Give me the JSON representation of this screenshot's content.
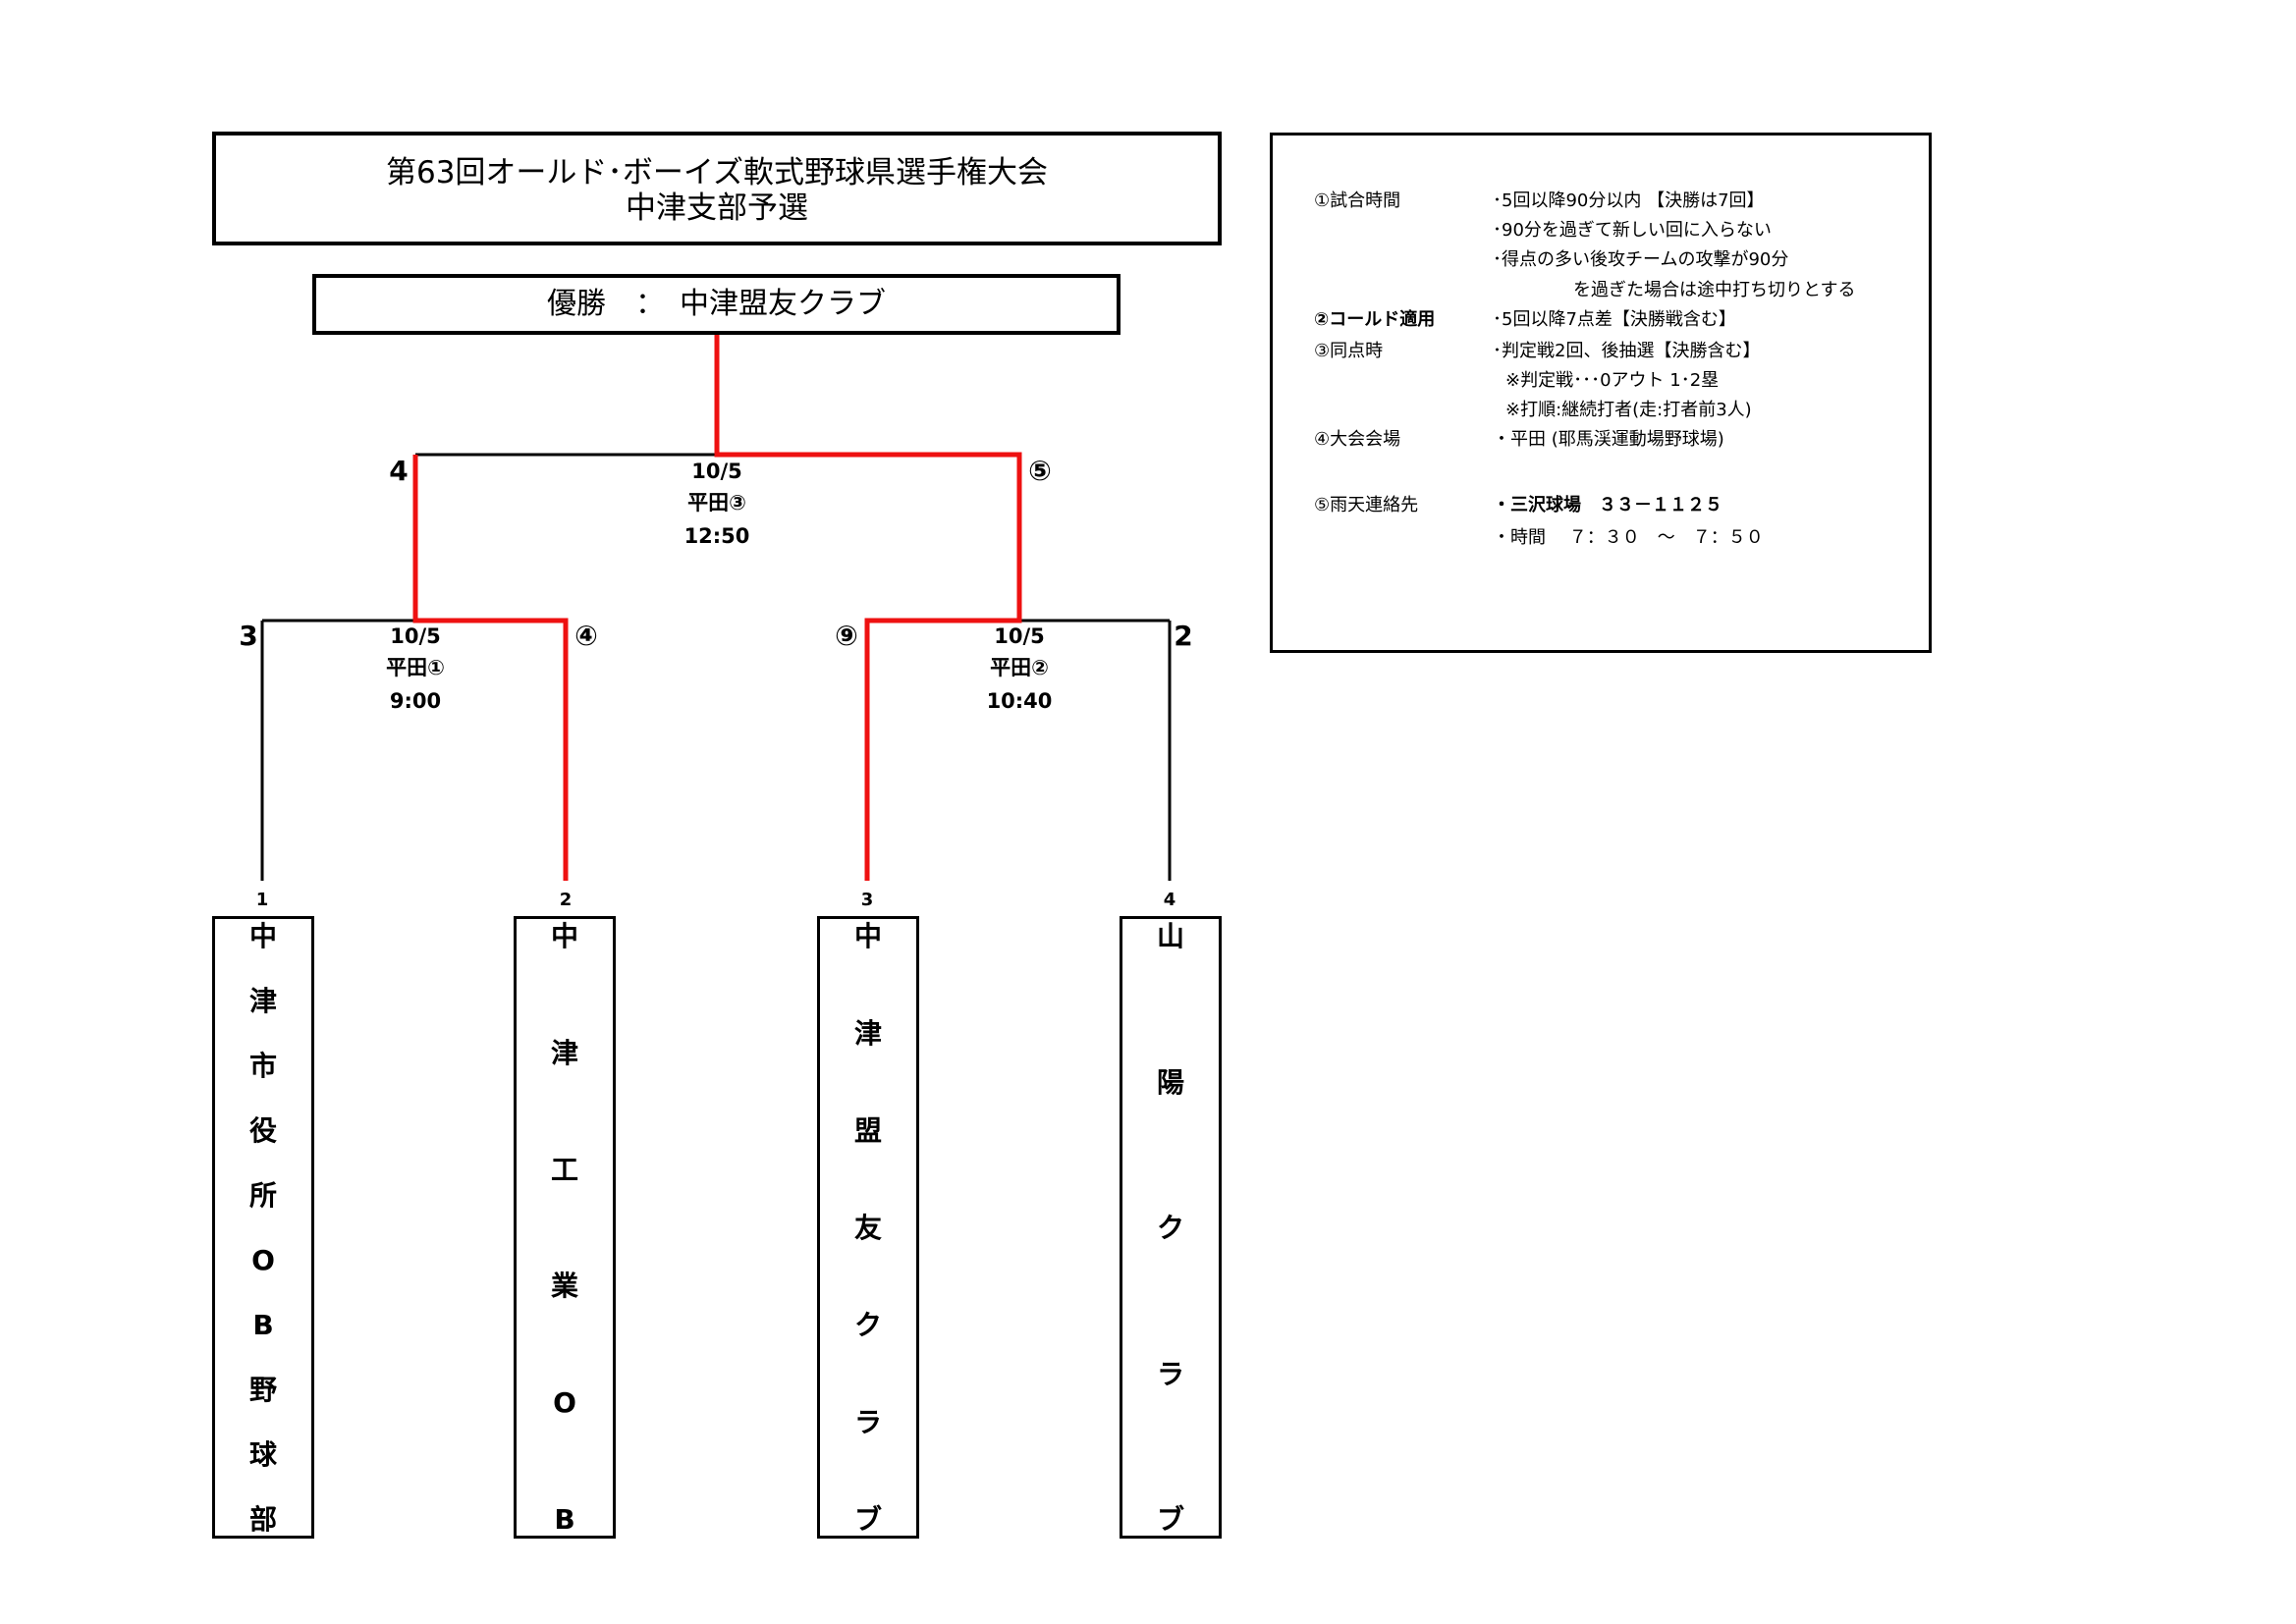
{
  "title": {
    "line1": "第63回オールド･ボーイズ軟式野球県選手権大会",
    "line2": "中津支部予選"
  },
  "winner": {
    "label": "優勝　：　中津盟友クラブ"
  },
  "colors": {
    "winner_path": "#ee1111",
    "line": "#000000"
  },
  "info": {
    "items": [
      {
        "label": "①試合時間",
        "lines": [
          "･5回以降90分以内 【決勝は7回】",
          "･90分を過ぎて新しい回に入らない",
          "･得点の多い後攻チームの攻撃が90分",
          "を過ぎた場合は途中打ち切りとする"
        ]
      },
      {
        "label": "②コールド適用",
        "lines": [
          "･5回以降7点差【決勝戦含む】"
        ]
      },
      {
        "label": "③同点時",
        "lines": [
          "･判定戦2回、後抽選【決勝含む】",
          "※判定戦･･･0アウト 1･2塁",
          "※打順:継続打者(走:打者前3人)"
        ]
      },
      {
        "label": "④大会会場",
        "lines": [
          "・平田 (耶馬渓運動場野球場)"
        ]
      },
      {
        "label": "⑤雨天連絡先",
        "lines": [
          "・三沢球場　３３－１１２５",
          "・時間　 ７：３０　～　７：５０"
        ]
      }
    ]
  },
  "bracket": {
    "final": {
      "date": "10/5",
      "venue": "平田③",
      "time": "12:50",
      "left_score": "4",
      "right_score": "⑤"
    },
    "semi1": {
      "date": "10/5",
      "venue": "平田①",
      "time": "9:00",
      "left_score": "3",
      "right_score": "④"
    },
    "semi2": {
      "date": "10/5",
      "venue": "平田②",
      "time": "10:40",
      "left_score": "⑨",
      "right_score": "2"
    },
    "teams": [
      {
        "seed": "1",
        "name": [
          "中",
          "津",
          "市",
          "役",
          "所",
          "O",
          "B",
          "野",
          "球",
          "部"
        ]
      },
      {
        "seed": "2",
        "name": [
          "中",
          "津",
          "工",
          "業",
          "O",
          "B"
        ]
      },
      {
        "seed": "3",
        "name": [
          "中",
          "津",
          "盟",
          "友",
          "ク",
          "ラ",
          "ブ"
        ]
      },
      {
        "seed": "4",
        "name": [
          "山",
          "陽",
          "ク",
          "ラ",
          "ブ"
        ]
      }
    ]
  }
}
